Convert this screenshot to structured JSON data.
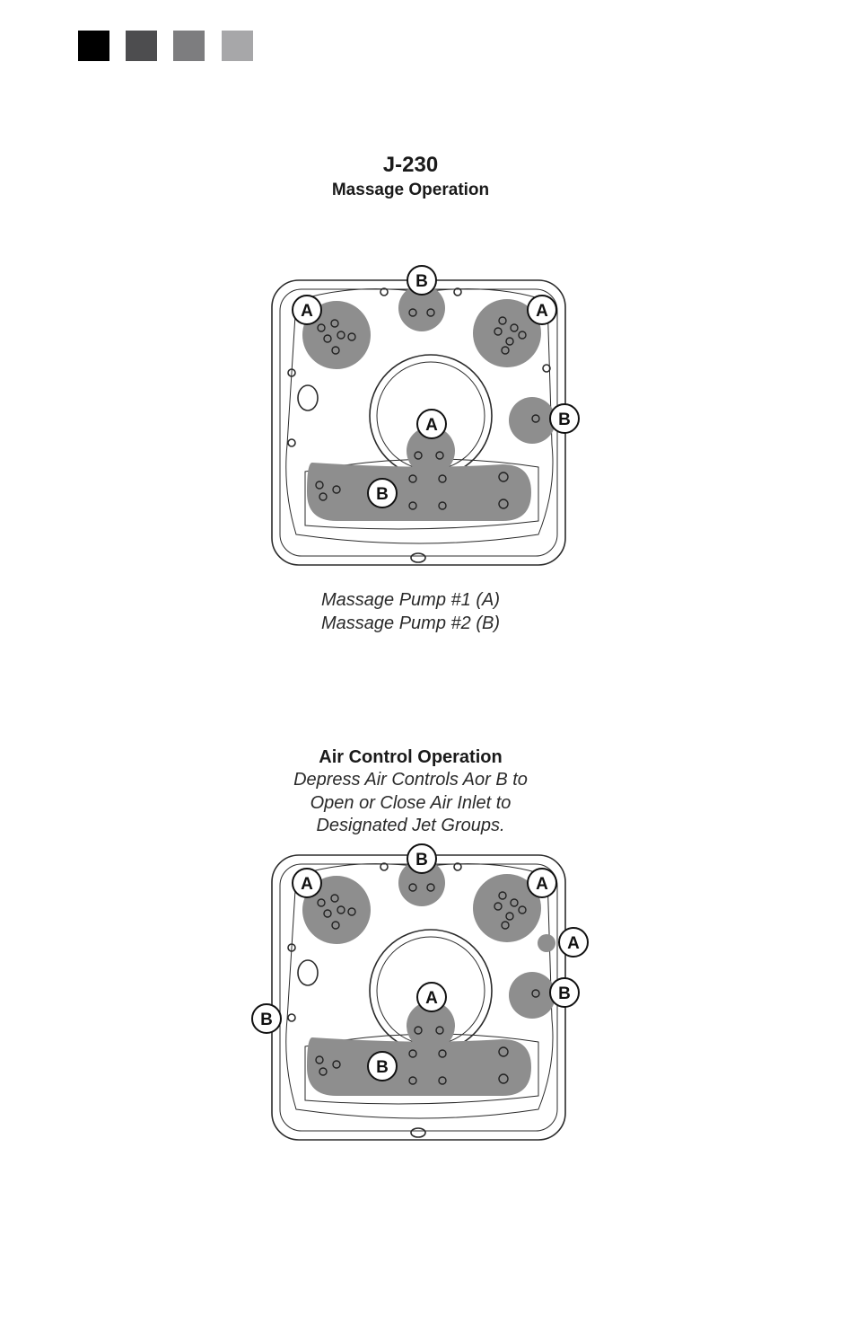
{
  "header": {
    "tab_colors": [
      "#000000",
      "#4d4d4f",
      "#7d7d7f",
      "#a7a7a9"
    ]
  },
  "model_title": "J-230",
  "massage": {
    "heading": "Massage Operation",
    "caption_line1": "Massage Pump #1 (A)",
    "caption_line2": "Massage Pump #2 (B)"
  },
  "air_control": {
    "heading": "Air Control Operation",
    "desc_line1": "Depress Air Controls Aor B to",
    "desc_line2": "Open or Close Air Inlet to",
    "desc_line3": "Designated Jet Groups."
  },
  "labels": {
    "a": "A",
    "b": "B"
  },
  "colors": {
    "jet_zone": "#8e8e8e",
    "line": "#2b2b2b"
  }
}
